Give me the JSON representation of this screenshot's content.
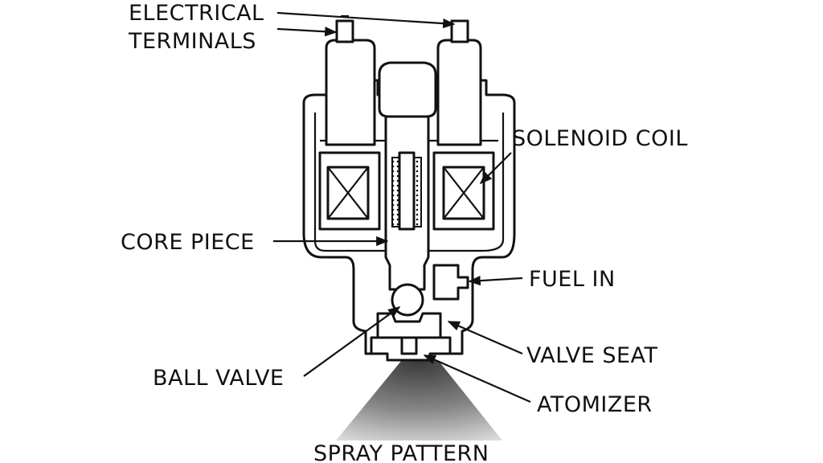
{
  "labels": {
    "electrical_terminals_line1": "ELECTRICAL",
    "electrical_terminals_line2": "TERMINALS",
    "solenoid_coil": "SOLENOID COIL",
    "core_piece": "CORE PIECE",
    "fuel_in": "FUEL IN",
    "valve_seat": "VALVE SEAT",
    "ball_valve": "BALL VALVE",
    "atomizer": "ATOMIZER",
    "spray_pattern": "SPRAY PATTERN"
  }
}
